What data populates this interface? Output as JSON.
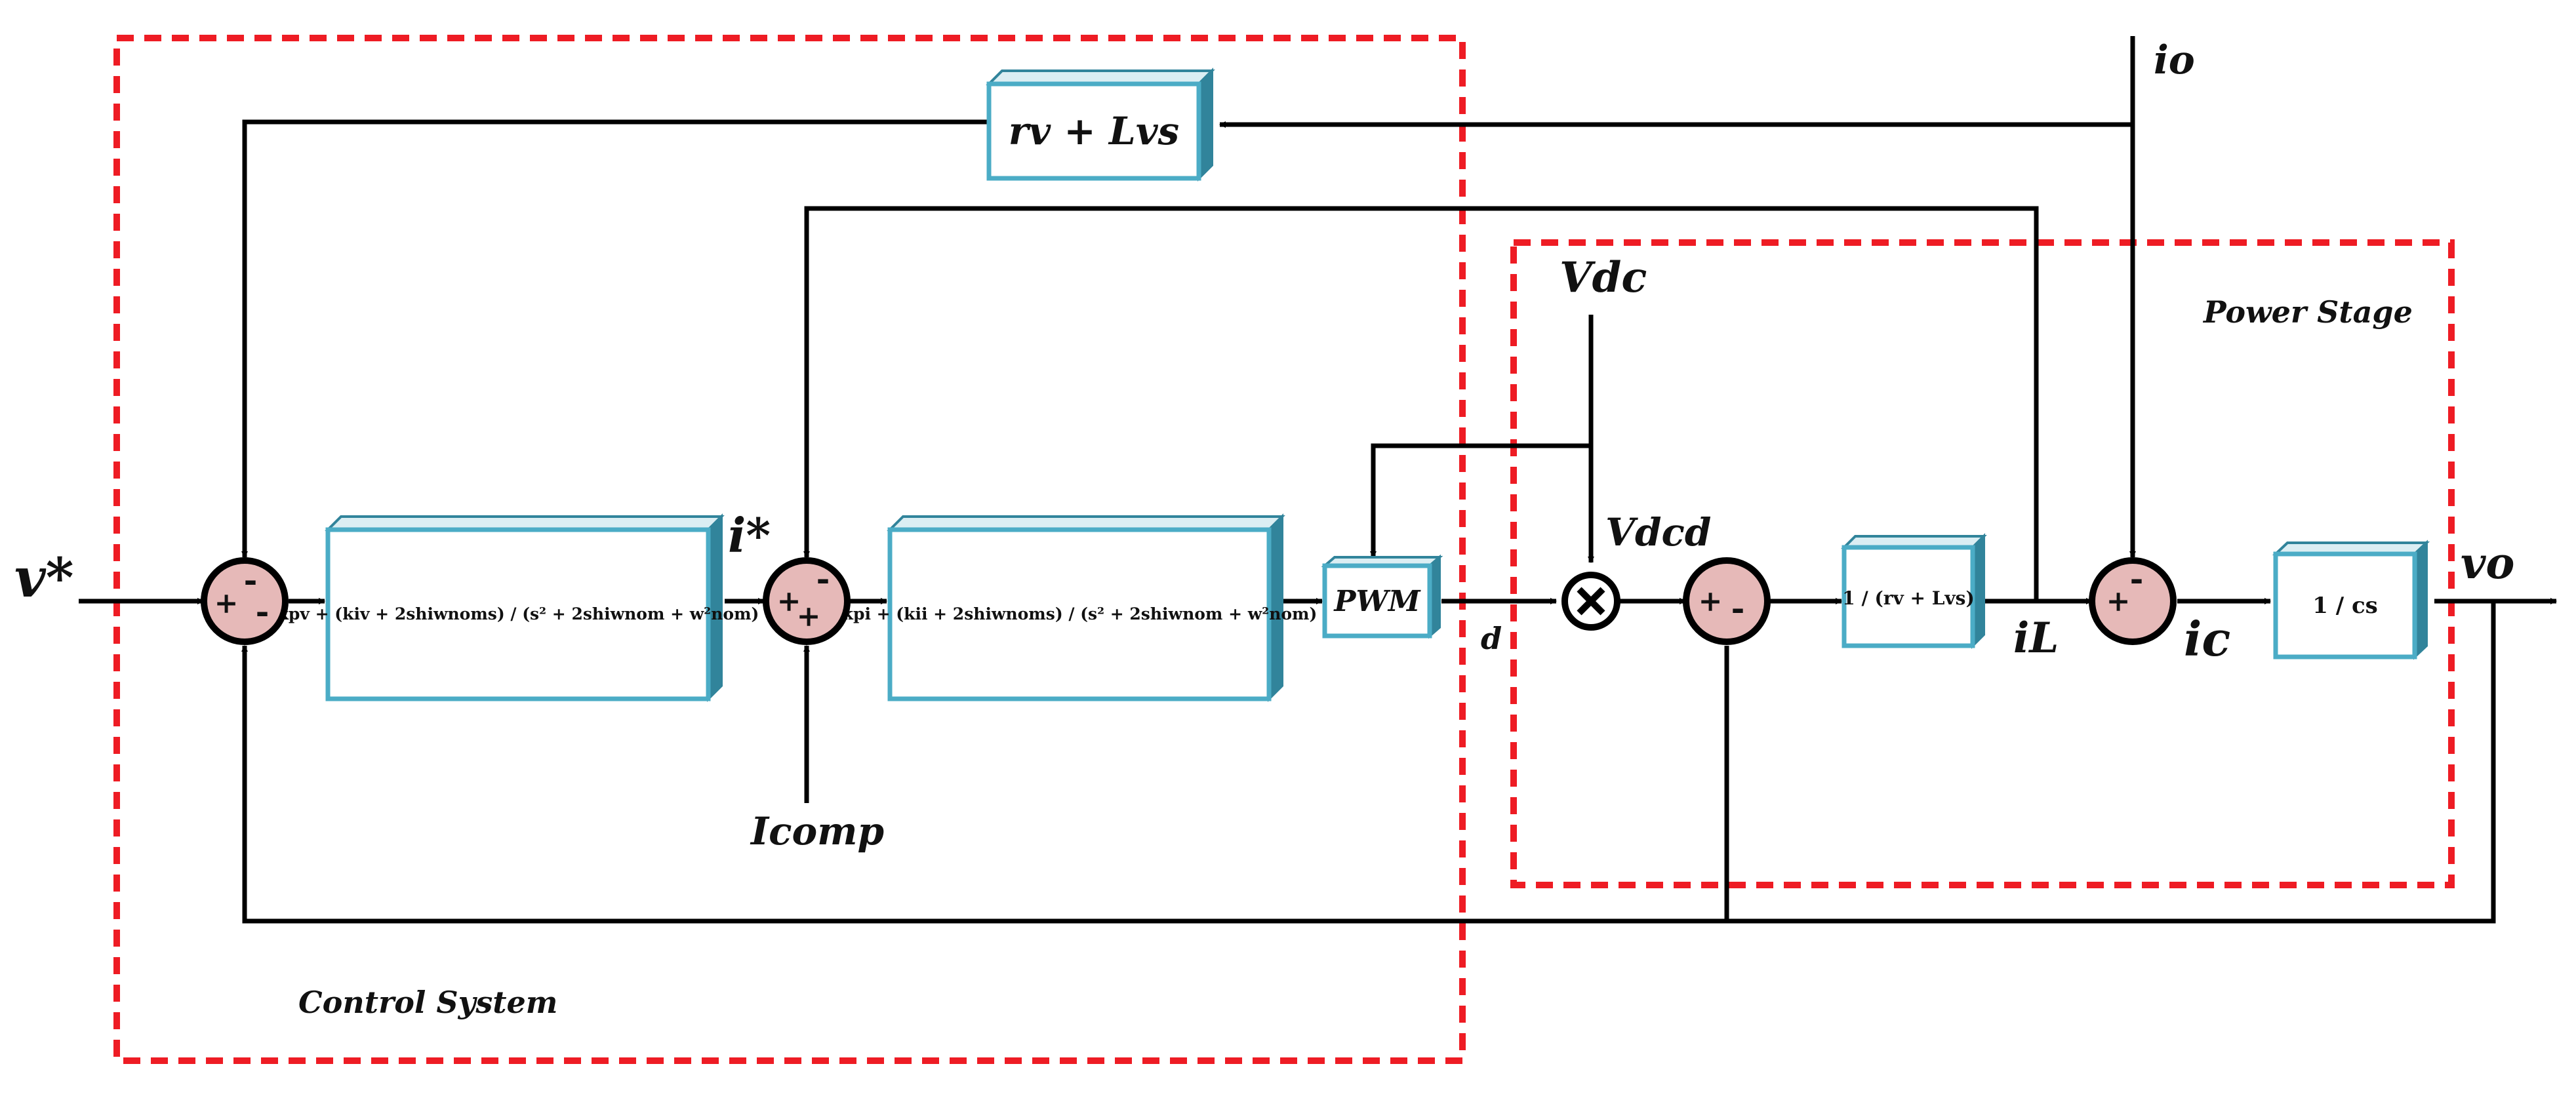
{
  "colors": {
    "region_border": "#ee1c24",
    "block_border": "#4bacc6",
    "block_shadow": "#31849b",
    "summer_fill": "#e6b9b8",
    "wire": "#000000"
  },
  "regions": {
    "control_label": "Control System",
    "power_label": "Power Stage"
  },
  "signals": {
    "v_ref": "v*",
    "i_ref": "i*",
    "i_comp": "Icomp",
    "duty": "d",
    "vdc": "Vdc",
    "vdc_d": "Vdcd",
    "i_L": "iL",
    "i_c": "ic",
    "i_o": "io",
    "v_o": "vo"
  },
  "blocks": {
    "virtual_impedance": "rv + Lvs",
    "voltage_controller": "kpv + (kiv + 2shiwnoms) / (s² + 2shiwnom + w²nom)",
    "current_controller": "kpi + (kii + 2shiwnoms) / (s² + 2shiwnom + w²nom)",
    "pwm": "PWM",
    "inductor": "1 / (rv + Lvs)",
    "capacitor": "1 / cs",
    "multiplier_icon": "multiply-icon"
  },
  "summers": {
    "s1": {
      "left": "+",
      "top": "-",
      "right": "-"
    },
    "s2": {
      "left": "+",
      "bottom": "+",
      "top": "-"
    },
    "s3": {
      "left": "+",
      "right": "-"
    },
    "s4": {
      "left": "+",
      "top": "-"
    }
  }
}
